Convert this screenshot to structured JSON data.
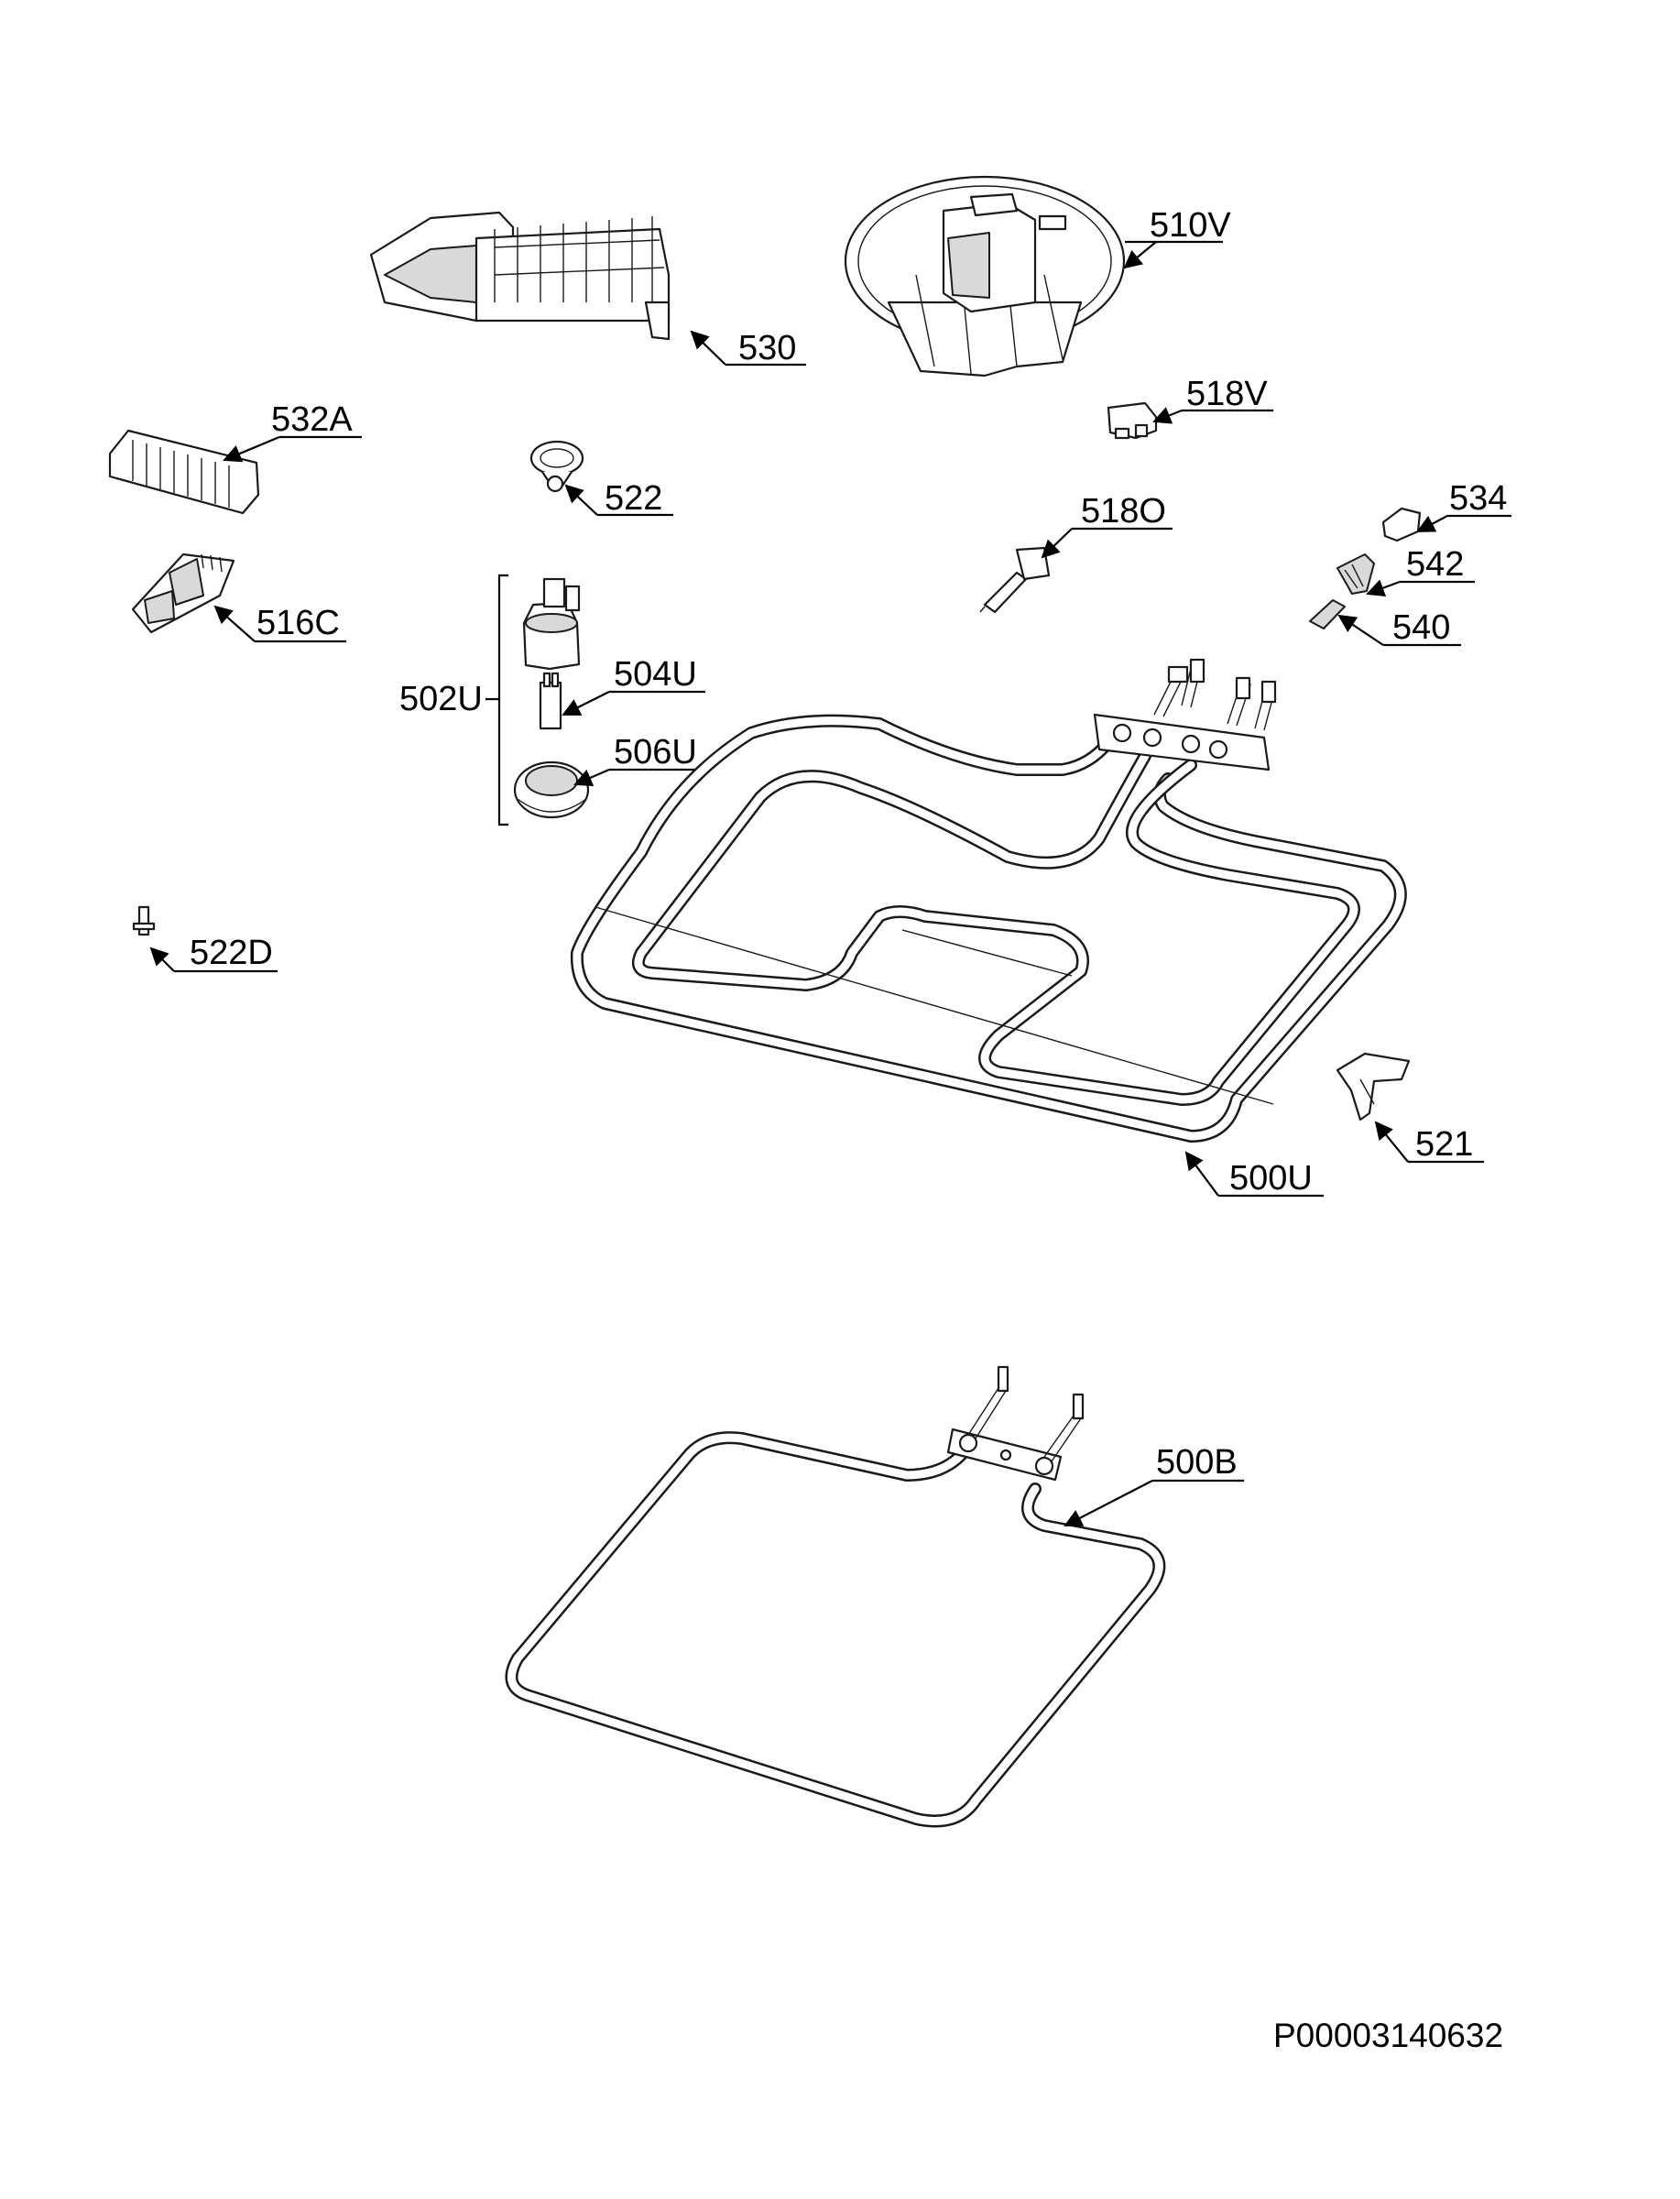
{
  "labels": {
    "p530": "530",
    "p510V": "510V",
    "p532A": "532A",
    "p522": "522",
    "p518V": "518V",
    "p518O": "518O",
    "p534": "534",
    "p542": "542",
    "p540": "540",
    "p516C": "516C",
    "p502U": "502U",
    "p504U": "504U",
    "p506U": "506U",
    "p522D": "522D",
    "p521": "521",
    "p500U": "500U",
    "p500B": "500B"
  },
  "document_number": "P00003140632"
}
